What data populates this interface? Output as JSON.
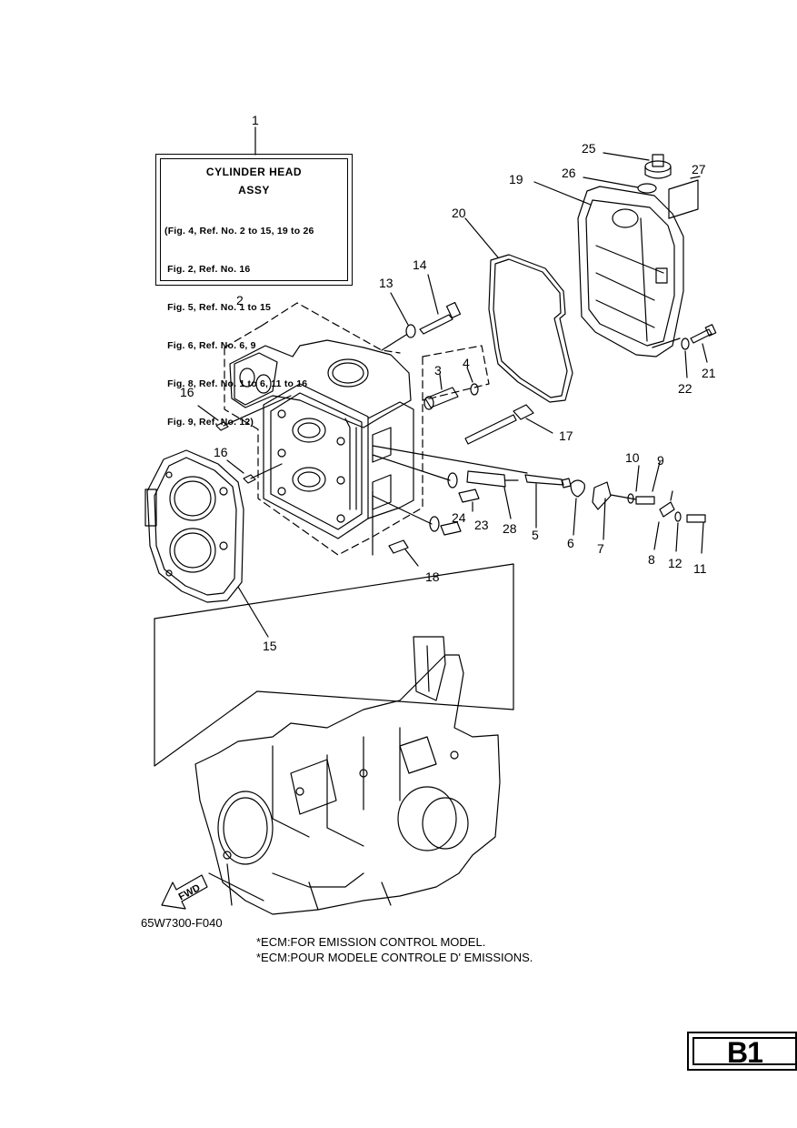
{
  "assy_box": {
    "title": "CYLINDER HEAD",
    "subtitle": "ASSY",
    "lines": [
      "(Fig. 4, Ref. No. 2 to 15, 19 to 26",
      " Fig. 2, Ref. No. 16",
      " Fig. 5, Ref. No. 1 to 15",
      " Fig. 6, Ref. No. 6, 9",
      " Fig. 8, Ref. No. 1 to 6, 11 to 16",
      " Fig. 9, Ref. No. 12)"
    ]
  },
  "callouts": [
    "1",
    "2",
    "3",
    "4",
    "5",
    "6",
    "7",
    "8",
    "9",
    "10",
    "11",
    "12",
    "13",
    "14",
    "15",
    "16",
    "16",
    "17",
    "18",
    "19",
    "20",
    "21",
    "22",
    "23",
    "24",
    "25",
    "26",
    "27",
    "28"
  ],
  "fwd_label": "FWD",
  "diagram_code": "65W7300-F040",
  "notes": [
    "*ECM:FOR EMISSION CONTROL MODEL.",
    "*ECM:POUR MODELE CONTROLE D' EMISSIONS."
  ],
  "page_label": "B1"
}
